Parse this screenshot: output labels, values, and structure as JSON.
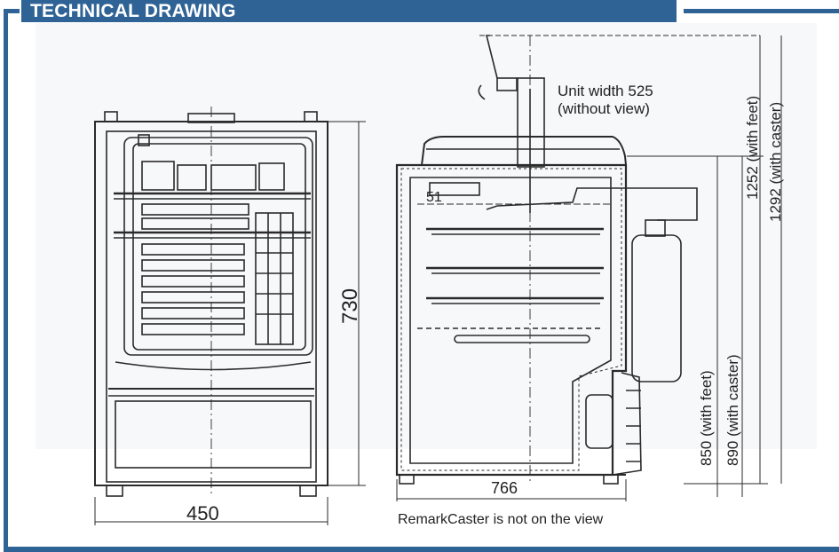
{
  "header": {
    "title": "TECHNICAL DRAWING"
  },
  "front_view": {
    "width_dim": "450",
    "height_dim": "730"
  },
  "side_view": {
    "unit_width_line1": "Unit width 525",
    "unit_width_line2": "(without view)",
    "depth_dim": "766",
    "shelf_dim": "51",
    "height_feet": "1252 (with feet)",
    "height_caster": "1292 (with caster)",
    "counter_feet": "850 (with feet)",
    "counter_caster": "890 (with caster)",
    "remark": "RemarkCaster is not on the view"
  },
  "colors": {
    "accent": "#2f6396",
    "line": "#2a2a2a"
  }
}
